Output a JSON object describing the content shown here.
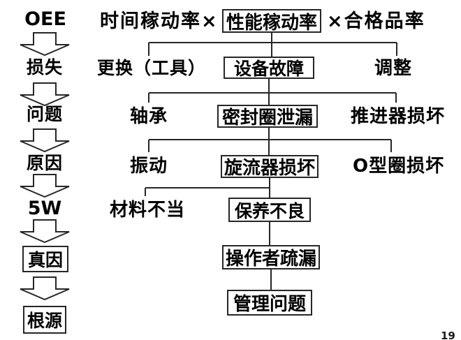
{
  "page_number": "19",
  "colors": {
    "background": "#ffffff",
    "text": "#000000",
    "line": "#262626",
    "box_border": "#262626"
  },
  "left_flow": {
    "items": [
      {
        "label": "OEE",
        "style": "bold-text"
      },
      {
        "label": "损失",
        "style": "text"
      },
      {
        "label": "问题",
        "style": "text"
      },
      {
        "label": "原因",
        "style": "text"
      },
      {
        "label": "5W",
        "style": "bold-text"
      },
      {
        "label": "真因",
        "style": "box"
      },
      {
        "label": "根源",
        "style": "box"
      }
    ],
    "arrow_icon": "block-down-arrow"
  },
  "tree": {
    "row1": {
      "left": "时间稼动率×",
      "center": "性能稼动率",
      "right": "×合格品率"
    },
    "row2": {
      "left": "更换（工具）",
      "center": "设备故障",
      "right": "调整"
    },
    "row3": {
      "left": "轴承",
      "center": "密封圈泄漏",
      "right": "推进器损坏"
    },
    "row4": {
      "left": "振动",
      "center": "旋流器损坏",
      "right": "O型圈损坏"
    },
    "row5": {
      "left": "材料不当",
      "center": "保养不良"
    },
    "row6": {
      "center": "操作者疏漏"
    },
    "row7": {
      "center": "管理问题"
    }
  }
}
